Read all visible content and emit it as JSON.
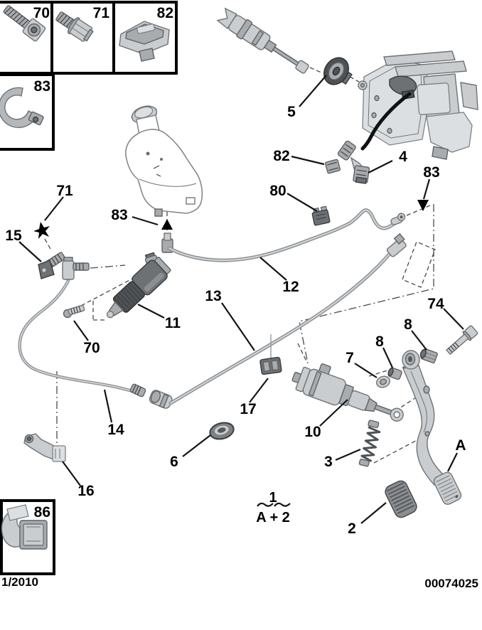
{
  "document": {
    "kind": "clutch-control-parts-diagram",
    "footer": {
      "date": "1/2010",
      "drawing_number": "00074025"
    },
    "formula": {
      "numerator": "1",
      "denominator": "A + 2"
    }
  },
  "inset_boxes": [
    {
      "label": "70",
      "icon": "socket-head-bolt-icon"
    },
    {
      "label": "71",
      "icon": "hex-flange-screw-icon"
    },
    {
      "label": "82",
      "icon": "retaining-clip-icon"
    },
    {
      "label": "83",
      "icon": "hose-clamp-icon"
    },
    {
      "label": "86",
      "icon": "holder-clip-icon"
    }
  ],
  "callouts": [
    {
      "label": "5"
    },
    {
      "label": "82"
    },
    {
      "label": "4"
    },
    {
      "label": "83"
    },
    {
      "label": "80"
    },
    {
      "label": "83"
    },
    {
      "label": "71"
    },
    {
      "label": "15"
    },
    {
      "label": "12"
    },
    {
      "label": "13"
    },
    {
      "label": "11"
    },
    {
      "label": "70"
    },
    {
      "label": "74"
    },
    {
      "label": "8"
    },
    {
      "label": "8"
    },
    {
      "label": "7"
    },
    {
      "label": "10"
    },
    {
      "label": "17"
    },
    {
      "label": "14"
    },
    {
      "label": "3"
    },
    {
      "label": "A"
    },
    {
      "label": "16"
    },
    {
      "label": "6"
    },
    {
      "label": "2"
    }
  ],
  "colors": {
    "background": "#ffffff",
    "line": "#141414",
    "box_border": "#000000",
    "part_light": "#c9cdd0",
    "part_mid": "#a8acaf",
    "part_dark": "#6d7174"
  }
}
